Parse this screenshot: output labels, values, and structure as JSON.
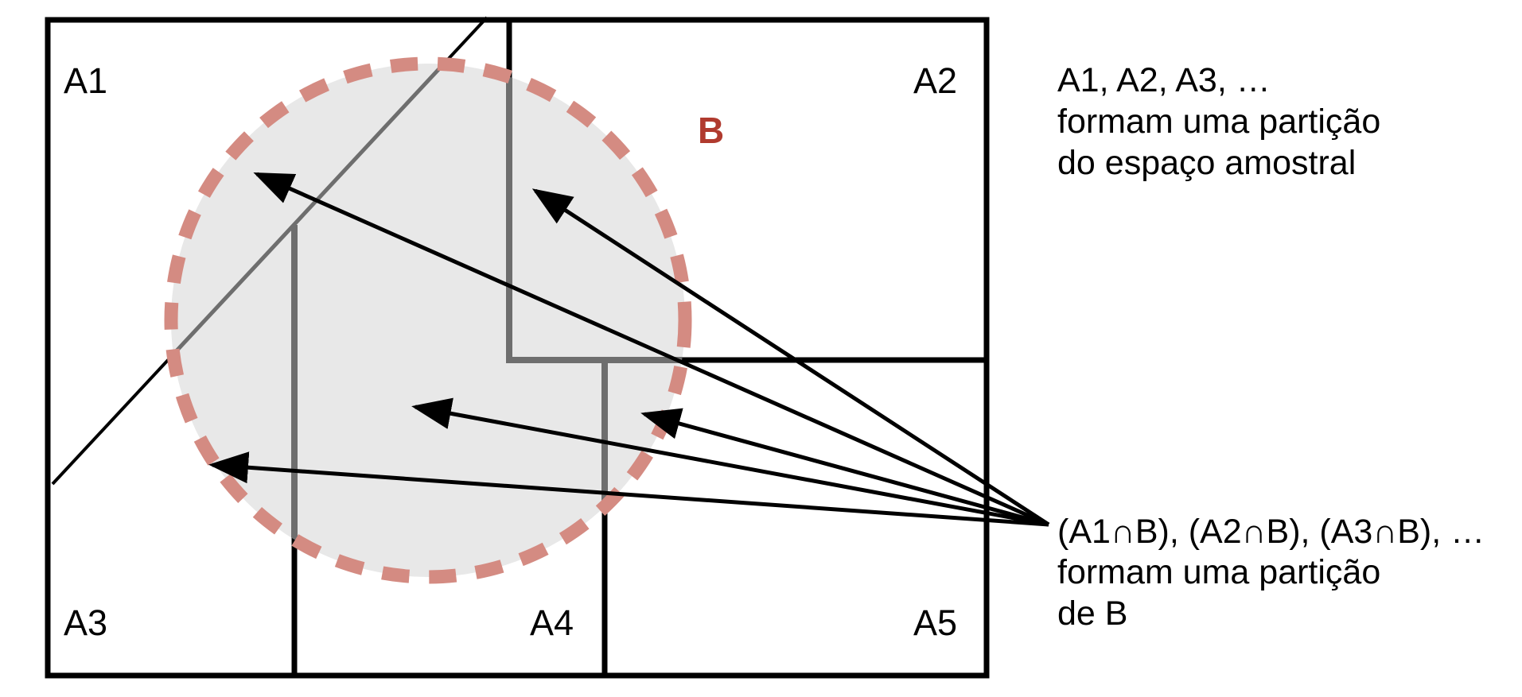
{
  "regions": [
    {
      "label": "A1"
    },
    {
      "label": "A2"
    },
    {
      "label": "A3"
    },
    {
      "label": "A4"
    },
    {
      "label": "A5"
    }
  ],
  "set_b": {
    "label": "B",
    "color": "#b03a2e",
    "fill": "#e8e8e8",
    "border": "#d48b82"
  },
  "notes": {
    "sample_space_partition": {
      "line1": "A1, A2, A3, …",
      "line2": "formam uma partição",
      "line3": "do espaço amostral"
    },
    "b_partition": {
      "line1": "(A1∩B), (A2∩B), (A3∩B), …",
      "line2": "formam uma partição",
      "line3": "de B"
    }
  },
  "colors": {
    "outline": "#000000",
    "inside_b_line": "#6e6e6e"
  }
}
